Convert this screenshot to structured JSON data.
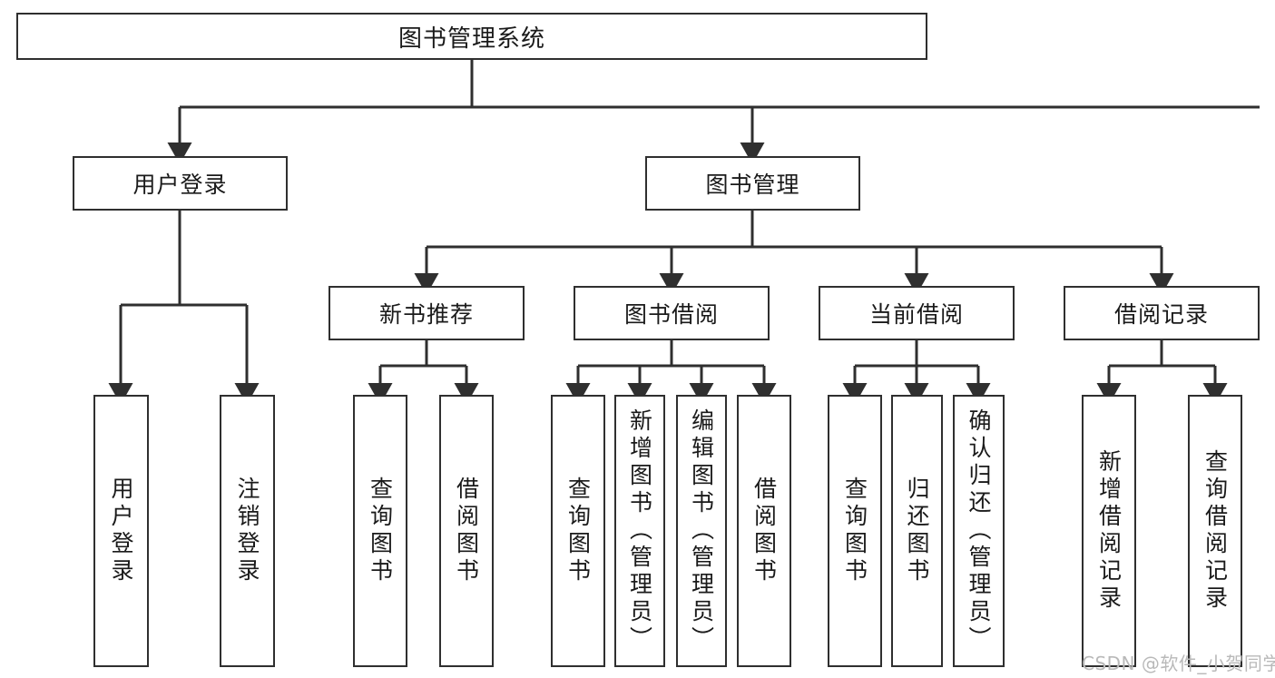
{
  "diagram": {
    "title": "图书管理系统",
    "type": "tree-hierarchy-chart",
    "root": {
      "label": "图书管理系统"
    },
    "level1": [
      {
        "label": "用户登录"
      },
      {
        "label": "图书管理"
      }
    ],
    "level2": [
      {
        "label": "新书推荐"
      },
      {
        "label": "图书借阅"
      },
      {
        "label": "当前借阅"
      },
      {
        "label": "借阅记录"
      }
    ],
    "leaves": {
      "user_login": [
        {
          "label": "用户登录"
        },
        {
          "label": "注销登录"
        }
      ],
      "new_book_recommend": [
        {
          "label": "查询图书"
        },
        {
          "label": "借阅图书"
        }
      ],
      "book_borrow": [
        {
          "label": "查询图书"
        },
        {
          "label": "新增图书（管理员）"
        },
        {
          "label": "编辑图书（管理员）"
        },
        {
          "label": "借阅图书"
        }
      ],
      "current_borrow": [
        {
          "label": "查询图书"
        },
        {
          "label": "归还图书"
        },
        {
          "label": "确认归还（管理员）"
        }
      ],
      "borrow_record": [
        {
          "label": "新增借阅记录"
        },
        {
          "label": "查询借阅记录"
        }
      ]
    }
  },
  "watermark": {
    "text": "CSDN @软件_小贺同学"
  },
  "colors": {
    "stroke": "#2f2f2f",
    "fill": "#ffffff",
    "text": "#1a1a1a",
    "watermark": "#b9b9b9"
  }
}
